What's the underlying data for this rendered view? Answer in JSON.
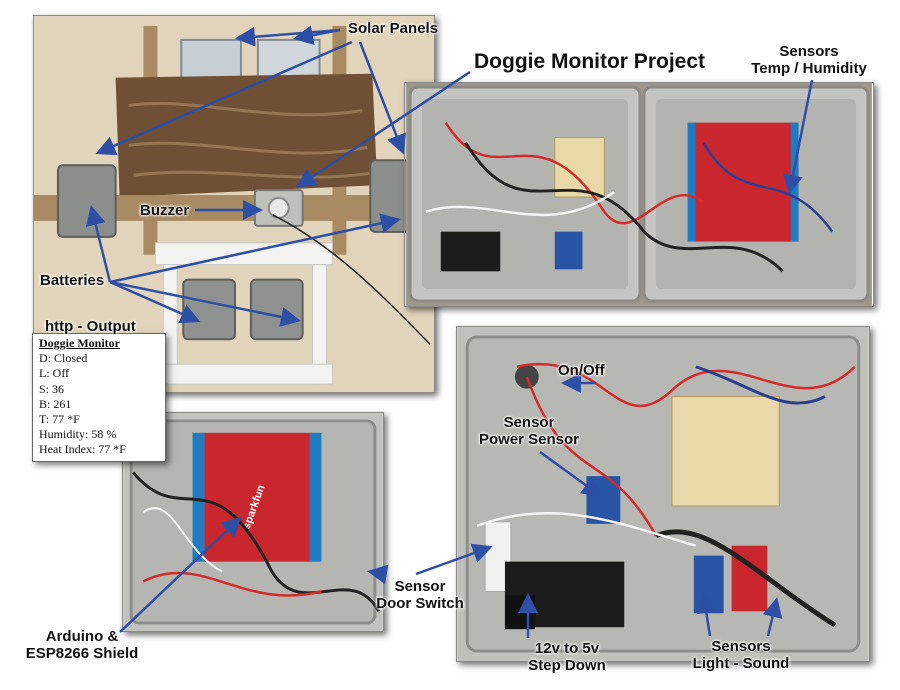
{
  "title": "Doggie Monitor Project",
  "labels": {
    "solar_panels": "Solar Panels",
    "sensors_temp_line1": "Sensors",
    "sensors_temp_line2": "Temp / Humidity",
    "buzzer": "Buzzer",
    "batteries": "Batteries",
    "http_output": "http - Output",
    "on_off": "On/Off",
    "power_sensor_line1": "Sensor",
    "power_sensor_line2": "Power Sensor",
    "door_switch_line1": "Sensor",
    "door_switch_line2": "Door Switch",
    "arduino_line1": "Arduino &",
    "arduino_line2": "ESP8266 Shield",
    "step_down_line1": "12v to 5v",
    "step_down_line2": "Step Down",
    "light_sound_line1": "Sensors",
    "light_sound_line2": "Light - Sound"
  },
  "output": {
    "title": "Doggie Monitor",
    "lines": [
      "D: Closed",
      "L: Off",
      "S: 36",
      "B: 261",
      "T: 77 *F",
      "Humidity: 58 %",
      "Heat Index: 77 *F"
    ]
  },
  "board_text": {
    "sparkfun": "sparkfun"
  },
  "colors": {
    "arrow": "#2d4fa6",
    "stucco": "#e9dcc4",
    "wood": "#7b5a3d",
    "enclosure": "#b9b9b5",
    "red_board": "#c9262d",
    "terminal_blue": "#1f7cc1"
  }
}
